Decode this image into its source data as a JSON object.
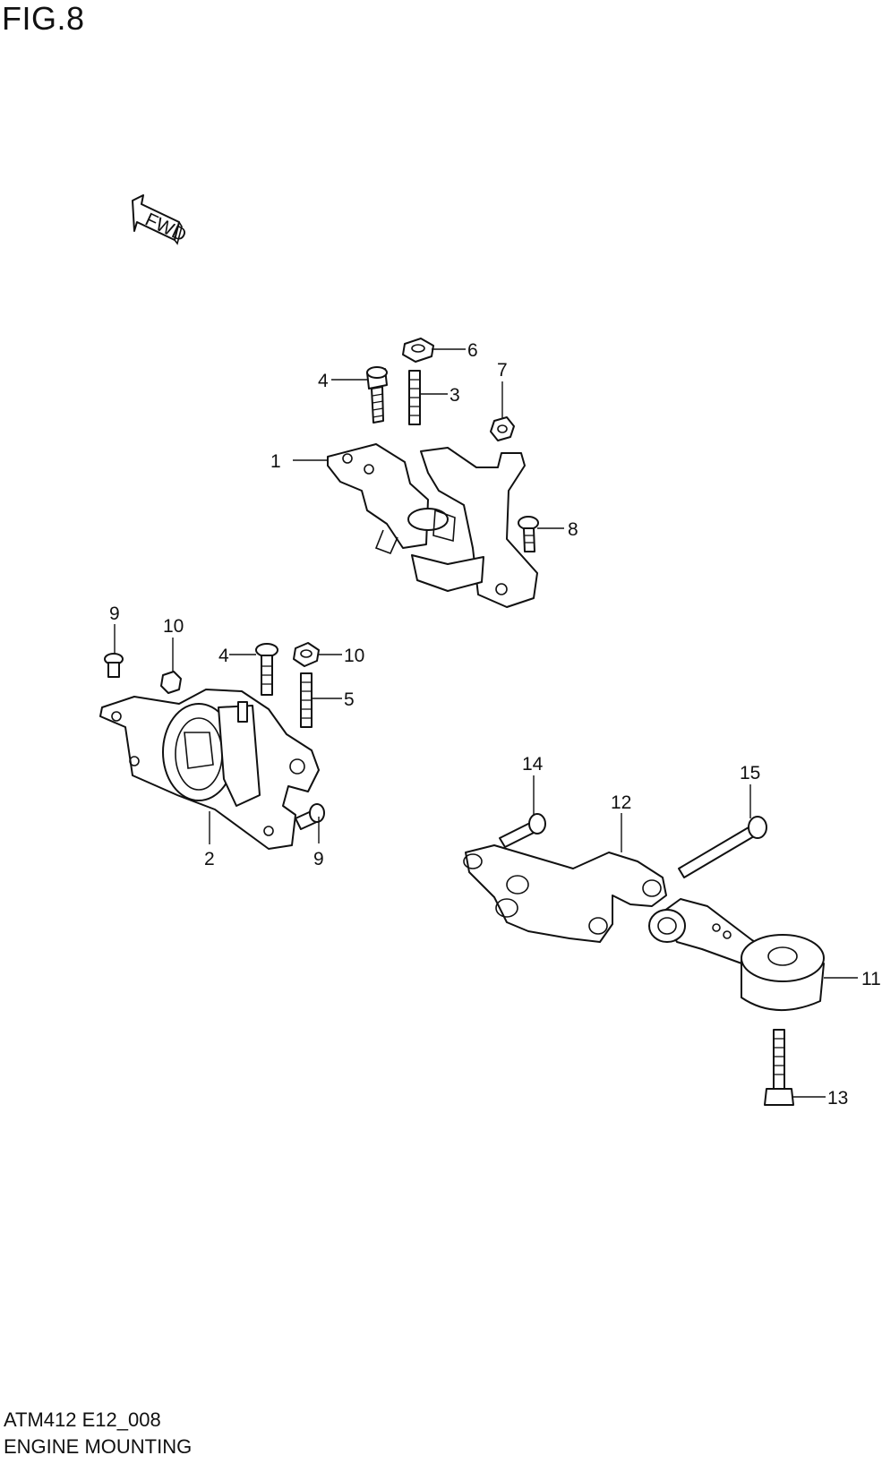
{
  "figure": {
    "title": "FIG.8",
    "code": "ATM412 E12_008",
    "name": "ENGINE MOUNTING",
    "fwd_label": "FWD"
  },
  "callouts": {
    "c1": "1",
    "c2": "2",
    "c3": "3",
    "c4a": "4",
    "c4b": "4",
    "c5": "5",
    "c6": "6",
    "c7": "7",
    "c8": "8",
    "c9a": "9",
    "c9b": "9",
    "c10a": "10",
    "c10b": "10",
    "c11": "11",
    "c12": "12",
    "c13": "13",
    "c14": "14",
    "c15": "15"
  }
}
